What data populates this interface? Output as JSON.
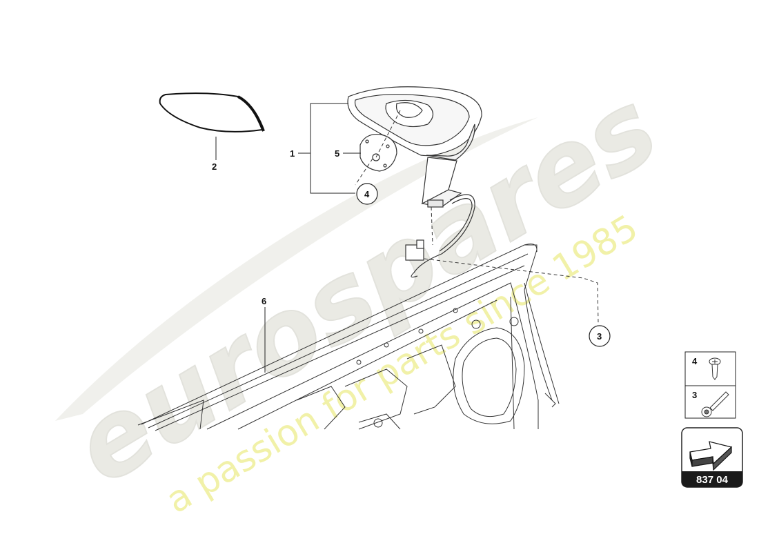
{
  "callouts": {
    "c1": "1",
    "c2": "2",
    "c3": "3",
    "c4": "4",
    "c5": "5",
    "c6": "6"
  },
  "legend": {
    "item4_label": "4",
    "item3_label": "3"
  },
  "reference": {
    "number": "837 04",
    "icon": "arrow-3d-icon"
  },
  "watermark": {
    "brand": "eurospares",
    "tagline": "a passion for parts since 1985"
  },
  "colors": {
    "line": "#222222",
    "watermark_fill": "#e9e9e2",
    "watermark_tagline": "#eeee9a",
    "badge_bg": "#1a1a1a"
  }
}
